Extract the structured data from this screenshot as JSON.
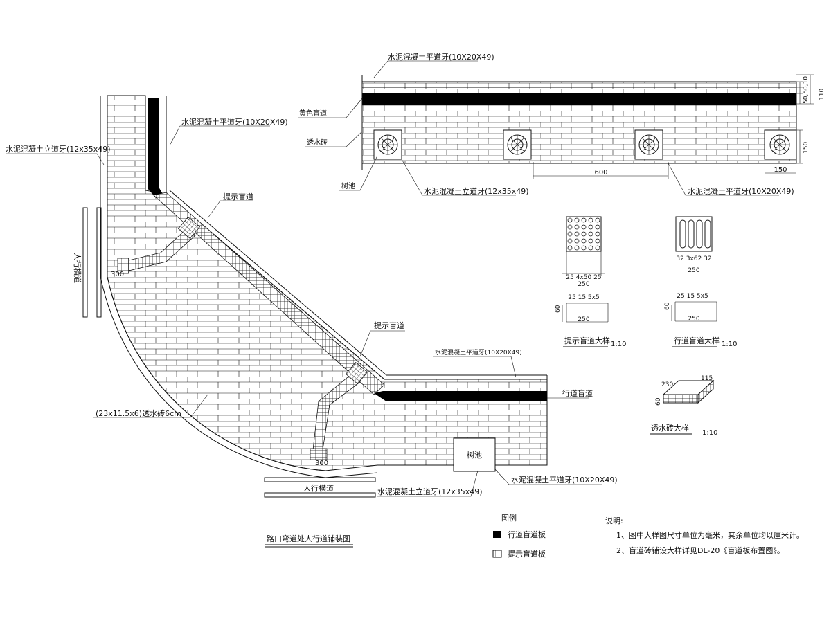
{
  "colors": {
    "ink": "#111111",
    "paper": "#ffffff",
    "blind_tile": "#000000"
  },
  "plan": {
    "top_curb": "水泥混凝土平道牙(10X20X49)",
    "upright_curb_left": "水泥混凝土立道牙(12x35x49)",
    "warning_path_1": "提示盲道",
    "warning_path_2": "提示盲道",
    "flat_curb_right": "水泥混凝土平道牙(10X20X49)",
    "guiding_path": "行道盲道",
    "permeable_brick": "(23x11.5x6)透水砖6cm",
    "tree_pit": "树池",
    "bottom_flat_curb": "水泥混凝土平道牙(10X20X49)",
    "bottom_upright_curb": "水泥混凝土立道牙(12x35x49)",
    "crosswalk_left": "人行横道",
    "crosswalk_bottom": "人行横道",
    "dim_left": "300",
    "dim_bottom": "300",
    "title": "路口弯道处人行道铺装图"
  },
  "section": {
    "top_curb": "水泥混凝土平道牙(10X20X49)",
    "yellow_path": "黄色盲道",
    "permeable": "透水砖",
    "tree_pit": "树池",
    "upright_curb": "水泥混凝土立道牙(12x35x49)",
    "flat_curb": "水泥混凝土平道牙(10X20X49)",
    "dim_spacing": "600",
    "dim_pit": "150",
    "dim_height": "150",
    "dim_total": "110",
    "dim_stack": "50,50,10"
  },
  "details": {
    "warning_title": "提示盲道大样",
    "warning_scale": "1:10",
    "warning_dims_a": "25  4x50  25",
    "warning_dims_b": "250",
    "warning_dims_c": "25 15  5x5",
    "warning_dims_d": "250",
    "warning_height": "60",
    "guiding_title": "行道盲道大样",
    "guiding_scale": "1:10",
    "guiding_dims_a": "32  3x62  32",
    "guiding_dims_b": "250",
    "guiding_dims_c": "25 15  5x5",
    "guiding_dims_d": "250",
    "guiding_height": "60",
    "brick_title": "透水砖大样",
    "brick_scale": "1:10",
    "brick_dim_a": "230",
    "brick_dim_b": "115",
    "brick_dim_c": "60"
  },
  "legend": {
    "heading": "图例",
    "item_guiding": "行道盲道板",
    "item_warning": "提示盲道板"
  },
  "notes": {
    "heading": "说明:",
    "line1": "1、图中大样图尺寸单位为毫米，其余单位均以厘米计。",
    "line2": "2、盲道砖铺设大样详见DL-20《盲道板布置图》。"
  }
}
